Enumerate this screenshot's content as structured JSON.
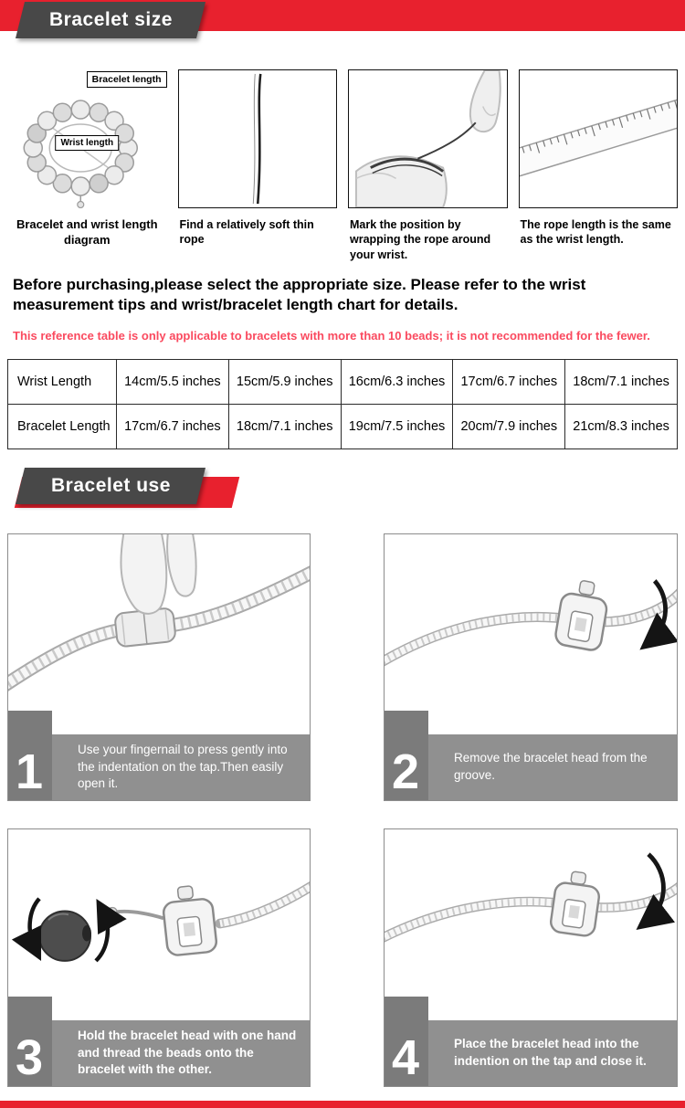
{
  "colors": {
    "accent_red": "#e8212e",
    "ribbon_gray": "#484848",
    "caption_bar_gray": "#909090",
    "note_pink": "#fa4a5f"
  },
  "section_size": {
    "title": "Bracelet size",
    "steps": [
      {
        "caption": "Bracelet and wrist length diagram",
        "labels": {
          "bracelet": "Bracelet length",
          "wrist": "Wrist length"
        }
      },
      {
        "caption": "Find a relatively soft thin rope"
      },
      {
        "caption": "Mark the position by wrapping the rope around your wrist."
      },
      {
        "caption": "The rope length is the same as the wrist length."
      }
    ],
    "intro": "Before purchasing,please select the appropriate size. Please refer to the wrist measurement tips and wrist/bracelet length chart for details.",
    "note": "This reference table is only applicable to bracelets with more than 10 beads; it is not recommended for the fewer.",
    "table": {
      "rows": [
        {
          "header": "Wrist Length",
          "cells": [
            "14cm/5.5 inches",
            "15cm/5.9 inches",
            "16cm/6.3 inches",
            "17cm/6.7 inches",
            "18cm/7.1 inches"
          ]
        },
        {
          "header": "Bracelet Length",
          "cells": [
            "17cm/6.7 inches",
            "18cm/7.1 inches",
            "19cm/7.5 inches",
            "20cm/7.9 inches",
            "21cm/8.3 inches"
          ]
        }
      ]
    }
  },
  "section_use": {
    "title": "Bracelet use",
    "steps": [
      {
        "number": "1",
        "text": "Use your fingernail to press gently into the indentation on the tap.Then easily open it."
      },
      {
        "number": "2",
        "text": "Remove the bracelet head from the groove."
      },
      {
        "number": "3",
        "text": "Hold the bracelet head with one hand and thread the beads onto the bracelet with the other."
      },
      {
        "number": "4",
        "text": "Place the bracelet head into the indention on the tap and close it."
      }
    ]
  }
}
